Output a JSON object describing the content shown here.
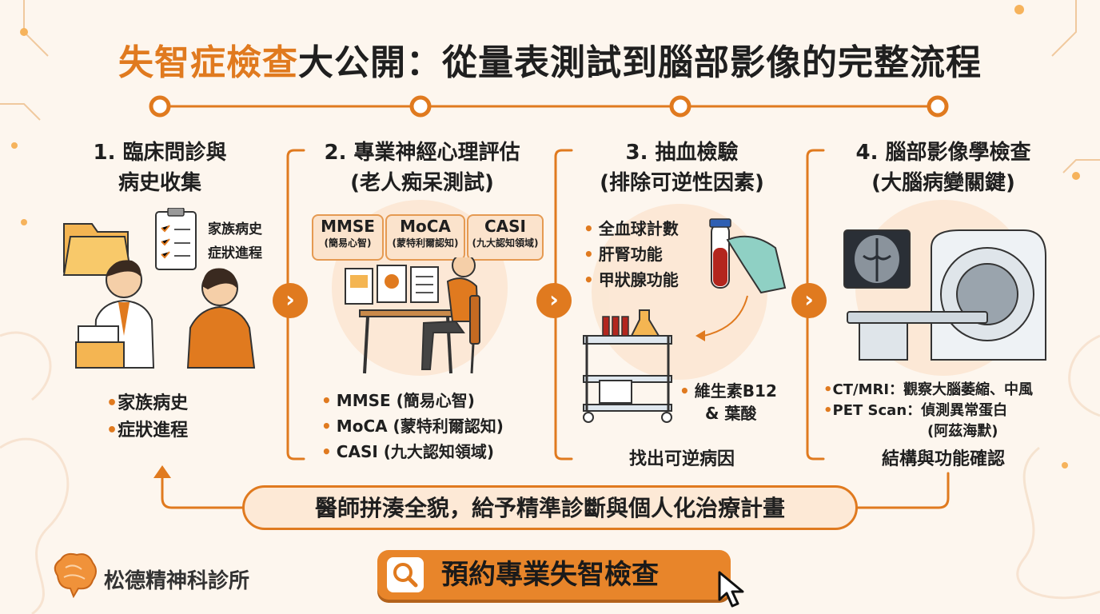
{
  "title": {
    "highlight": "失智症檢查",
    "rest": "大公開：從量表測試到腦部影像的完整流程"
  },
  "steps": [
    {
      "title_line1": "1. 臨床問診與",
      "title_line2": "病史收集",
      "note_lines": [
        "家族病史",
        "症狀進程"
      ],
      "bullets": [
        "家族病史",
        "症狀進程"
      ]
    },
    {
      "title_line1": "2. 專業神經心理評估",
      "title_line2": "(老人痴呆測試)",
      "tags": [
        {
          "name": "MMSE",
          "sub": "(簡易心智)"
        },
        {
          "name": "MoCA",
          "sub": "(蒙特利爾認知)"
        },
        {
          "name": "CASI",
          "sub": "(九大認知領域)"
        }
      ],
      "bullets": [
        "MMSE (簡易心智)",
        "MoCA (蒙特利爾認知)",
        "CASI (九大認知領域)"
      ]
    },
    {
      "title_line1": "3. 抽血檢驗",
      "title_line2": "(排除可逆性因素)",
      "bullets": [
        "全血球計數",
        "肝腎功能",
        "甲狀腺功能"
      ],
      "vitamin_line1": "維生素B12",
      "vitamin_line2": "& 葉酸",
      "summary": "找出可逆病因"
    },
    {
      "title_line1": "4. 腦部影像學檢查",
      "title_line2": "(大腦病變關鍵)",
      "bullet1": "CT/MRI：觀察大腦萎縮、中風",
      "bullet2": "PET Scan：偵測異常蛋白",
      "bullet2_sub": "(阿茲海默)",
      "summary": "結構與功能確認"
    }
  ],
  "banner": "醫師拼湊全貌，給予精準診斷與個人化治療計畫",
  "cta": {
    "label": "預約專業失智檢查",
    "icon": "search-icon"
  },
  "clinic": {
    "name": "松德精神科診所",
    "logo": "brain-logo"
  },
  "colors": {
    "accent": "#e07a1f",
    "background": "#fdf6ee",
    "tag_fill": "#fbe3cc"
  }
}
